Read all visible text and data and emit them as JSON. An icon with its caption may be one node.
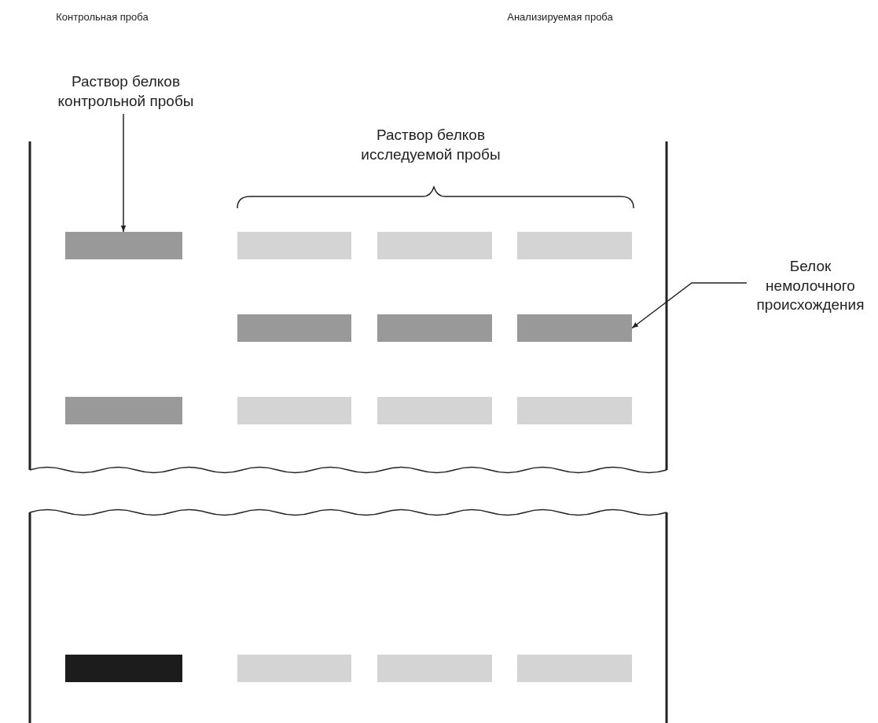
{
  "diagram": {
    "nodes": [
      {
        "text": [
          "Раствор белков контрольной пробы"
        ]
      },
      {
        "text": [],
        "shape": "bar"
      },
      {
        "text": [
          "Белок немолочного происхождения"
        ]
      },
      {
        "text": [],
        "shape": "bar"
      }
    ],
    "edges": [
      {
        "from": 0,
        "to": 1,
        "arrow": "to"
      },
      {
        "from": 2,
        "to": 3,
        "arrow": "to"
      }
    ],
    "labels": [
      "Контрольная проба",
      "Анализируемая проба",
      "Раствор белков исследуемой пробы"
    ]
  }
}
